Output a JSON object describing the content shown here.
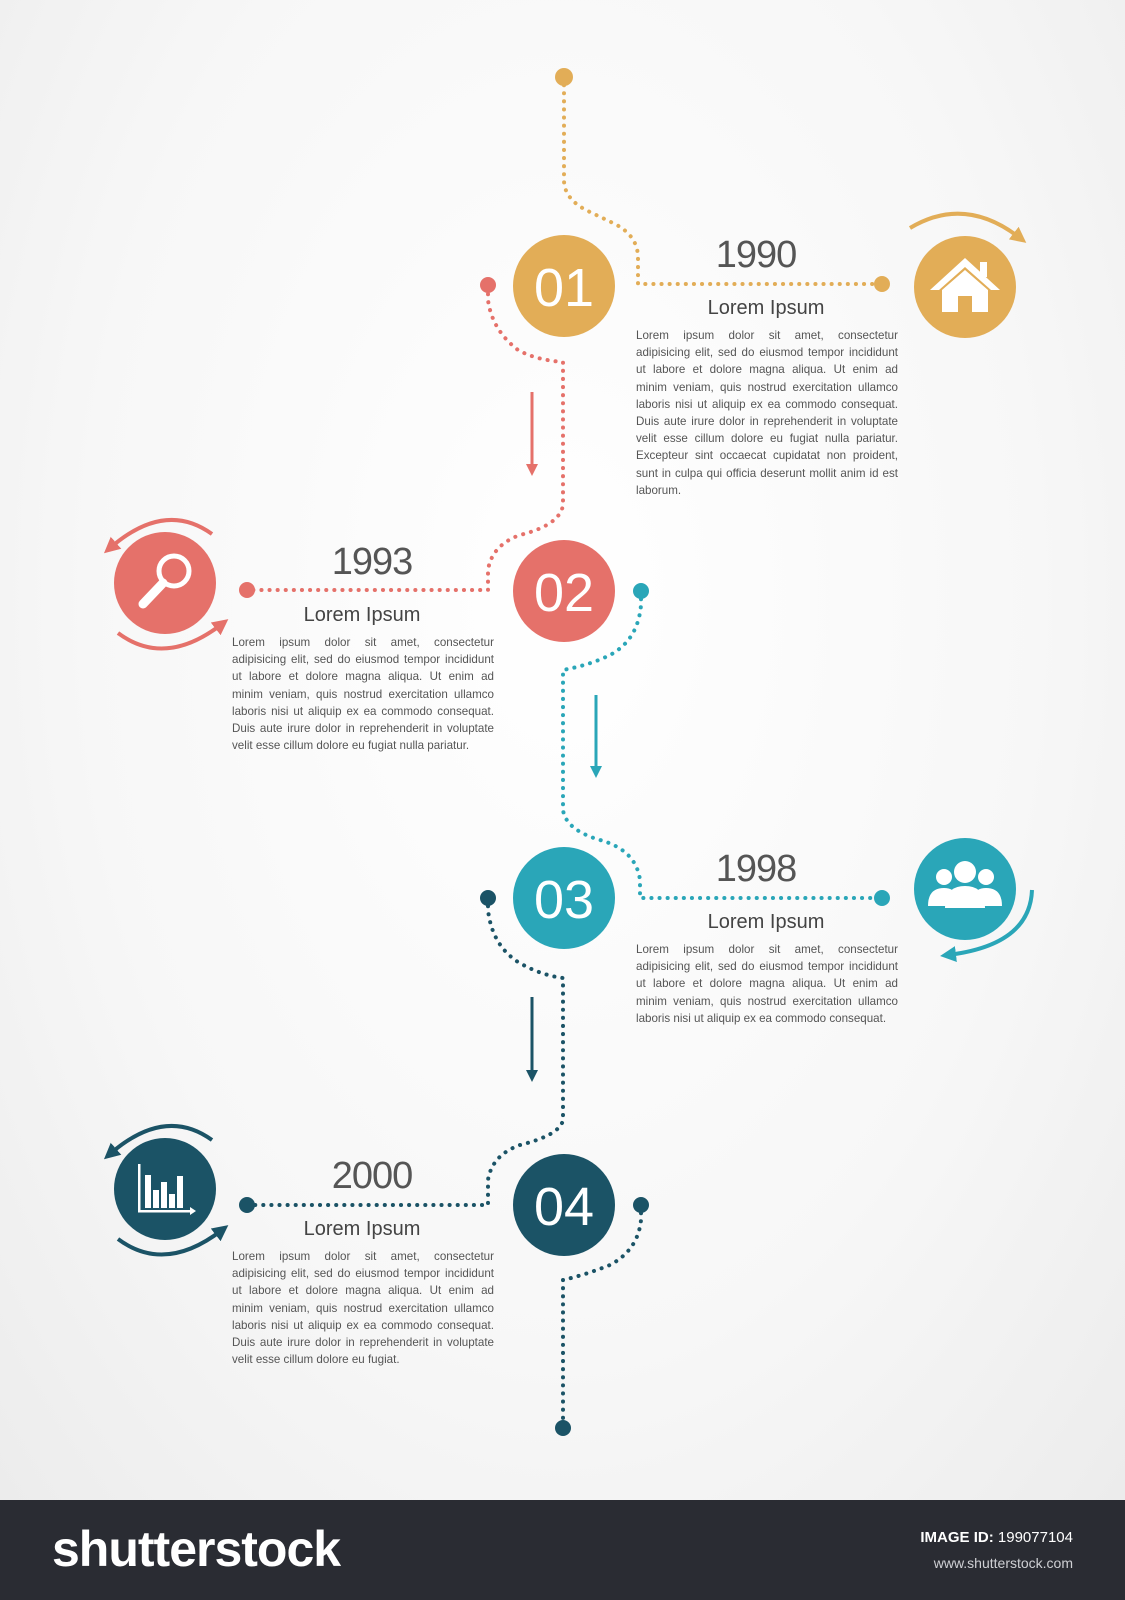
{
  "colors": {
    "step1": "#e2ad57",
    "step2": "#e5716a",
    "step3": "#2aa6b8",
    "step4": "#1b5366",
    "text": "#555555",
    "footer_bg": "#2a2c33"
  },
  "steps": [
    {
      "number": "01",
      "year": "1990",
      "heading": "Lorem Ipsum",
      "text": "Lorem ipsum dolor sit amet, consectetur adipisicing elit, sed do eiusmod tempor incididunt ut labore et dolore magna aliqua. Ut enim ad minim veniam, quis nostrud exercitation ullamco laboris nisi ut aliquip ex ea commodo consequat. Duis aute irure dolor in reprehenderit in voluptate velit esse cillum dolore eu fugiat nulla pariatur. Excepteur sint occaecat cupidatat non proident, sunt in culpa qui officia deserunt mollit anim id est laborum.",
      "icon": "home-icon"
    },
    {
      "number": "02",
      "year": "1993",
      "heading": "Lorem Ipsum",
      "text": "Lorem ipsum dolor sit amet, consectetur adipisicing elit, sed do eiusmod tempor incididunt ut labore et dolore magna aliqua. Ut enim ad minim veniam, quis nostrud exercitation ullamco laboris nisi ut aliquip ex ea commodo consequat. Duis aute irure dolor in reprehenderit in voluptate velit esse cillum dolore eu fugiat nulla pariatur.",
      "icon": "magnifier-icon"
    },
    {
      "number": "03",
      "year": "1998",
      "heading": "Lorem Ipsum",
      "text": "Lorem ipsum dolor sit amet, consectetur adipisicing elit, sed do eiusmod tempor incididunt ut labore et dolore magna aliqua. Ut enim ad minim veniam, quis nostrud exercitation ullamco laboris nisi ut aliquip ex ea commodo consequat.",
      "icon": "people-icon"
    },
    {
      "number": "04",
      "year": "2000",
      "heading": "Lorem Ipsum",
      "text": "Lorem ipsum dolor sit amet, consectetur adipisicing elit, sed do eiusmod tempor incididunt ut labore et dolore magna aliqua. Ut enim ad minim veniam, quis nostrud exercitation ullamco laboris nisi ut aliquip ex ea commodo consequat. Duis aute irure dolor in reprehenderit in voluptate velit esse cillum dolore eu fugiat.",
      "icon": "bar-chart-icon"
    }
  ],
  "footer": {
    "logo": "shutterstock",
    "image_id_label": "IMAGE ID:",
    "image_id": "199077104",
    "url": "www.shutterstock.com"
  }
}
